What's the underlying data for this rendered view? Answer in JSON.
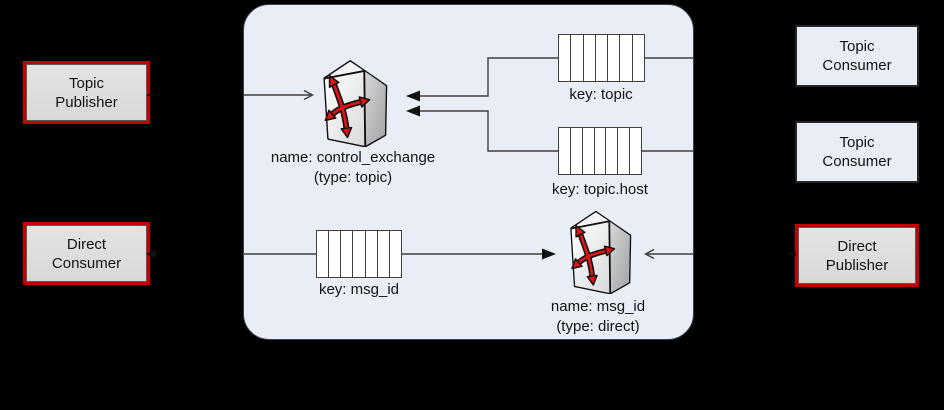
{
  "boxes": {
    "topic_publisher": {
      "line1": "Topic",
      "line2": "Publisher"
    },
    "direct_consumer": {
      "line1": "Direct",
      "line2": "Consumer"
    },
    "topic_consumer_1": {
      "line1": "Topic",
      "line2": "Consumer"
    },
    "topic_consumer_2": {
      "line1": "Topic",
      "line2": "Consumer"
    },
    "direct_publisher": {
      "line1": "Direct",
      "line2": "Publisher"
    }
  },
  "exchanges": {
    "control": {
      "name_label": "name: control_exchange",
      "type_label": "(type: topic)"
    },
    "direct": {
      "name_label": "name: msg_id",
      "type_label": "(type: direct)"
    }
  },
  "queues": {
    "topic": {
      "label": "key: topic"
    },
    "topic_host": {
      "label": "key: topic.host"
    },
    "msg_id": {
      "label": "key: msg_id"
    }
  },
  "colors": {
    "background": "#000000",
    "hub_fill": "#E8EDF6",
    "consumer_box_fill": "#E8EDF6",
    "publisher_box_fill": "#DEDEDE",
    "red_border": "#C40000",
    "line": "#3F3F3F",
    "arrow_red": "#E01414"
  },
  "icons": {
    "exchange": "exchange-switch-icon",
    "queue": "queue-icon"
  }
}
